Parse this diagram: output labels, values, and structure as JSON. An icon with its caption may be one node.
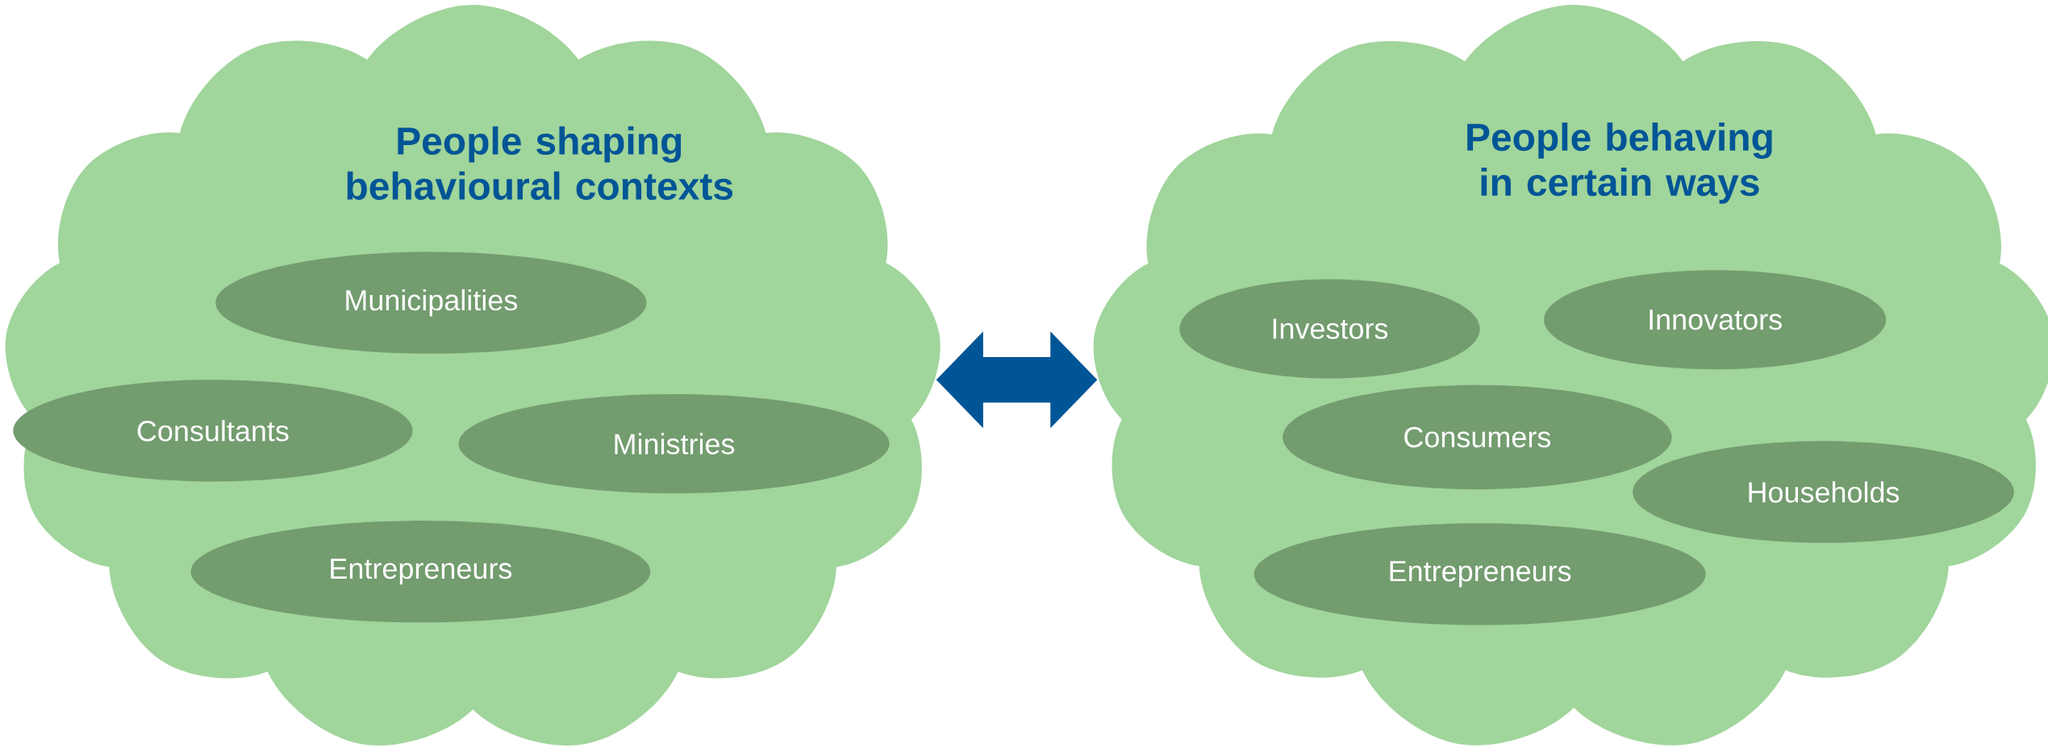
{
  "diagram": {
    "nodes": [
      {
        "text": [
          "People shaping behavioural contexts"
        ]
      },
      {
        "text": [
          "Municipalities"
        ],
        "in": 0
      },
      {
        "text": [
          "Consultants"
        ],
        "in": 0
      },
      {
        "text": [
          "Ministries"
        ],
        "in": 0
      },
      {
        "text": [
          "Entrepreneurs"
        ],
        "in": 0
      },
      {
        "text": [
          "People behaving in certain ways"
        ]
      },
      {
        "text": [
          "Investors"
        ],
        "in": 5
      },
      {
        "text": [
          "Innovators"
        ],
        "in": 5
      },
      {
        "text": [
          "Consumers"
        ],
        "in": 5
      },
      {
        "text": [
          "Households"
        ],
        "in": 5
      },
      {
        "text": [
          "Entrepreneurs"
        ],
        "in": 5
      }
    ],
    "edges": [
      {
        "from": 0,
        "to": 5,
        "arrow": "both"
      }
    ]
  }
}
